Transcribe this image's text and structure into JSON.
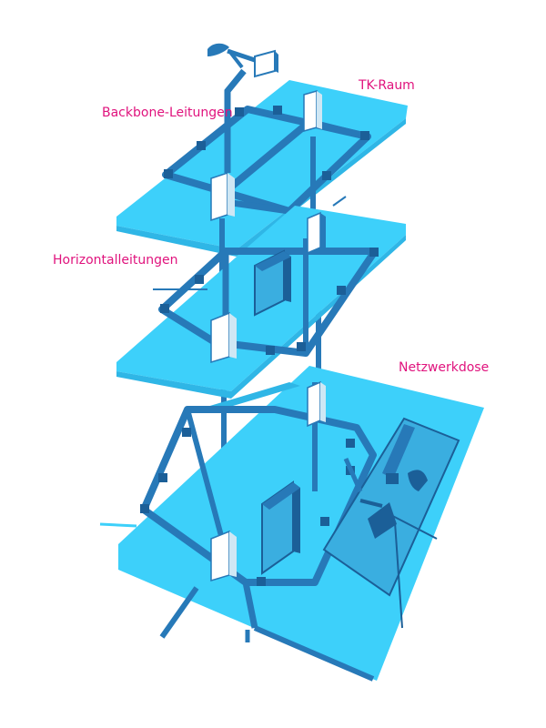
{
  "labels": {
    "tk_raum": "TK-Raum",
    "backbone": "Backbone-Leitungen",
    "horizontal": "Horizontalleitungen",
    "netzwerkdose": "Netzwerkdose"
  },
  "colors": {
    "floor": "#3dd0fa",
    "floor_dark": "#2fb6e6",
    "cable": "#2779b8",
    "cable_dark": "#1b5f98",
    "label": "#e0137d",
    "box_face": "#ffffff",
    "box_side": "#cfe7f4",
    "desk": "#3aaee0"
  },
  "icons": {
    "antenna": "antenna-icon",
    "wall_box": "distribution-box-icon",
    "switch": "switch-cabinet-icon",
    "monitor": "monitor-icon",
    "telephone": "telephone-icon",
    "chair": "chair-icon"
  }
}
